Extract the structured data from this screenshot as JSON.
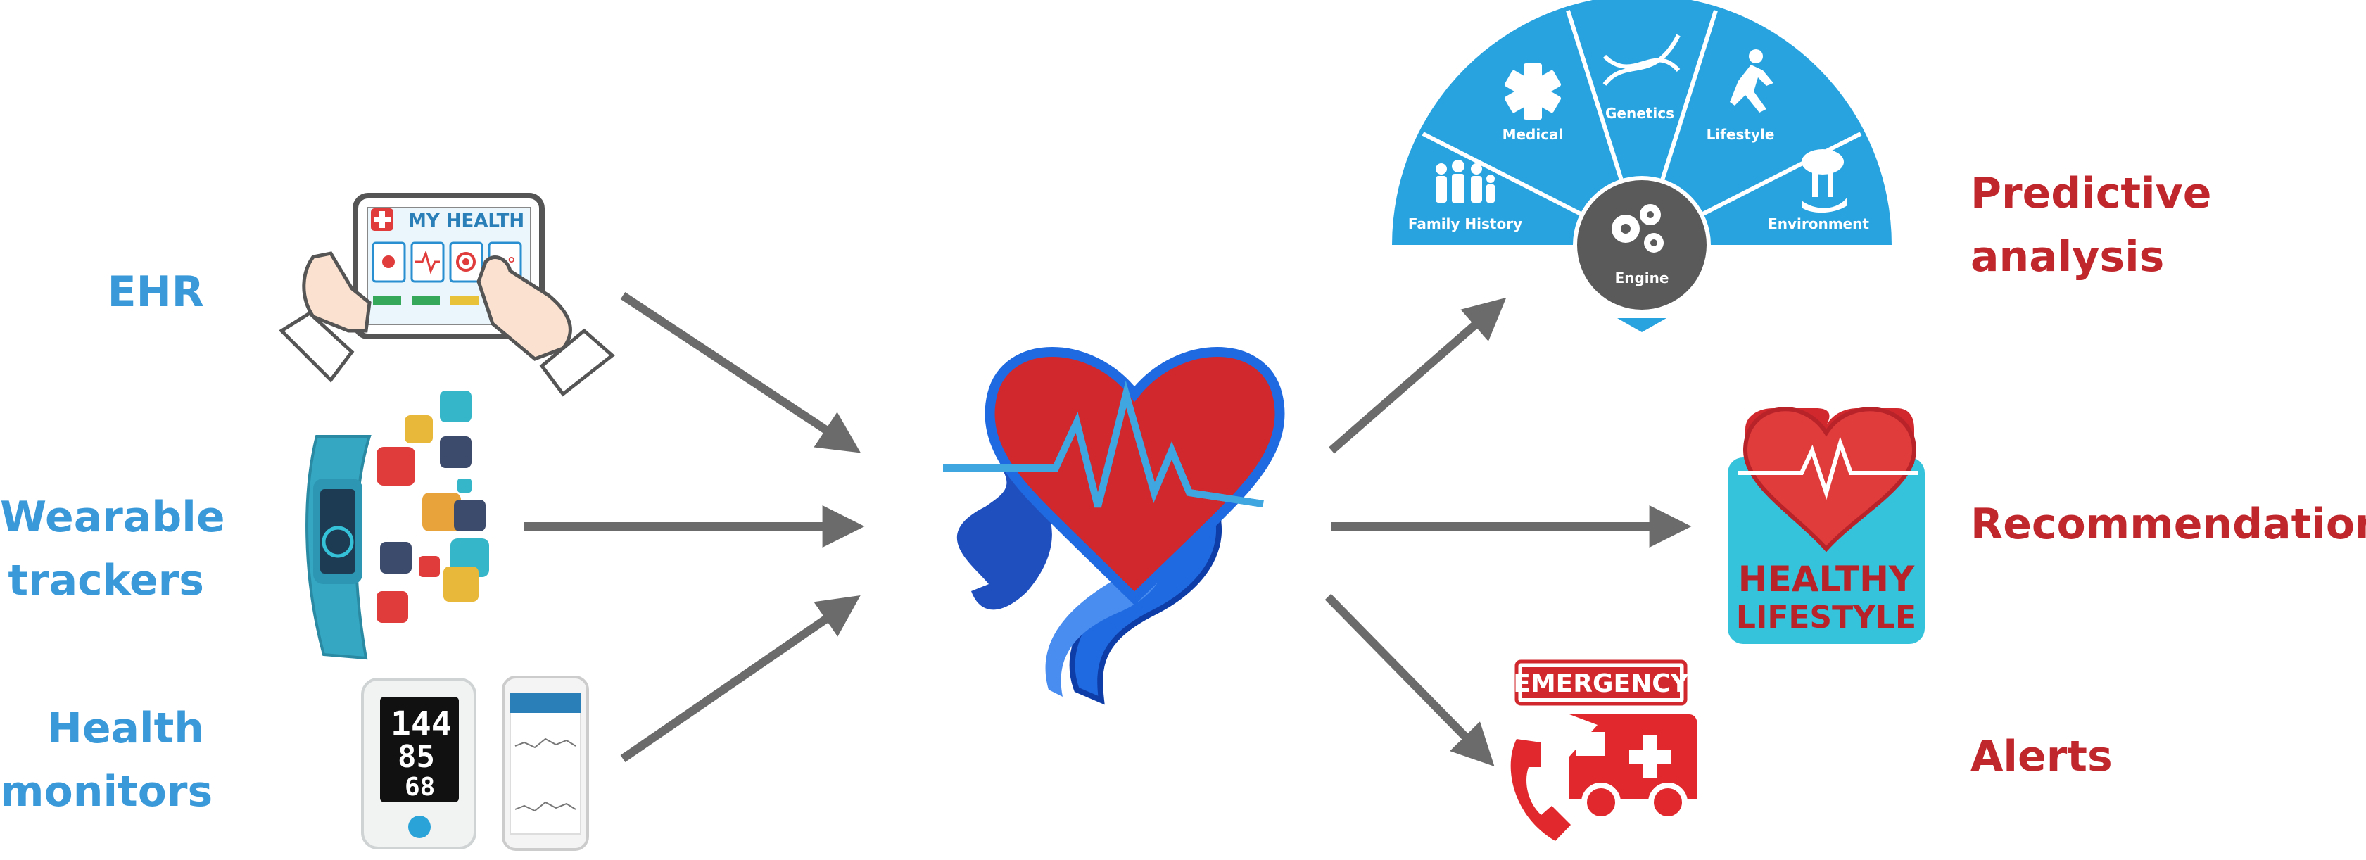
{
  "inputs": {
    "ehr": {
      "label": "EHR",
      "tablet_title": "MY HEALTH"
    },
    "wearables": {
      "label_line1": "Wearable",
      "label_line2": "trackers"
    },
    "monitors": {
      "label_line1": "Health",
      "label_line2": "monitors",
      "readings": [
        "144",
        "85",
        "68"
      ]
    }
  },
  "outputs": {
    "predictive": {
      "label_line1": "Predictive",
      "label_line2": "analysis"
    },
    "recommendations": {
      "label": "Recommendations"
    },
    "alerts": {
      "label": "Alerts"
    }
  },
  "engine_fan": {
    "center": "Engine",
    "segments": [
      "Family History",
      "Medical",
      "Genetics",
      "Lifestyle",
      "Environment"
    ]
  },
  "healthy_lifestyle": {
    "line1": "HEALTHY",
    "line2": "LIFESTYLE"
  },
  "emergency": {
    "sign": "EMERGENCY"
  },
  "colors": {
    "input_blue": "#3a9ad9",
    "output_red": "#c0272d",
    "arrow_gray": "#6b6b6b",
    "fan_blue": "#29a3e0",
    "engine_gray": "#5a5a5a"
  }
}
